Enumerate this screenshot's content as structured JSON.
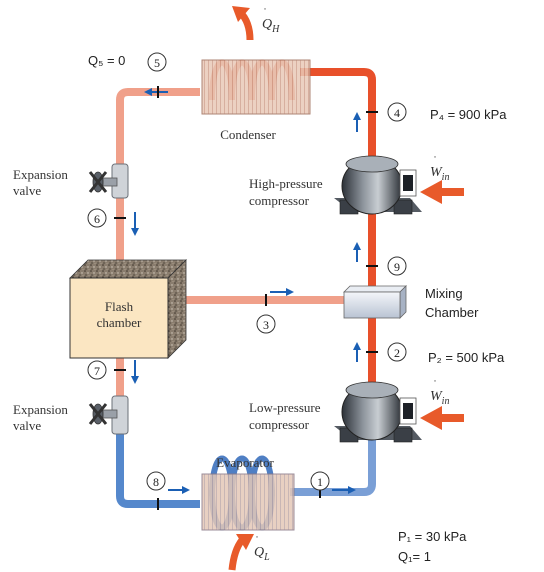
{
  "labels": {
    "condenser": "Condenser",
    "evaporator": "Evaporator",
    "flash_chamber_line1": "Flash",
    "flash_chamber_line2": "chamber",
    "exp_valve_top_line1": "Expansion",
    "exp_valve_top_line2": "valve",
    "exp_valve_bottom_line1": "Expansion",
    "exp_valve_bottom_line2": "valve",
    "hp_comp_line1": "High-pressure",
    "hp_comp_line2": "compressor",
    "lp_comp_line1": "Low-pressure",
    "lp_comp_line2": "compressor",
    "mixing_line1": "Mixing",
    "mixing_line2": "Chamber"
  },
  "heat_work": {
    "q_h": "Q",
    "q_h_sub": "H",
    "q_l": "Q",
    "q_l_sub": "L",
    "w_in_hp": "W",
    "w_in_hp_sub": "in",
    "w_in_lp": "W",
    "w_in_lp_sub": "in"
  },
  "annotations": {
    "q5": "Q₅ = 0",
    "p4": "P₄ = 900 kPa",
    "p2": "P₂ = 500 kPa",
    "p1": "P₁ = 30 kPa",
    "q1": "Q₁= 1"
  },
  "states": {
    "s1": "1",
    "s2": "2",
    "s3": "3",
    "s4": "4",
    "s5": "5",
    "s6": "6",
    "s7": "7",
    "s8": "8",
    "s9": "9"
  },
  "colors": {
    "hot_pipe": "#e8502a",
    "warm_pipe": "#f0a08a",
    "cold_pipe": "#5588cc",
    "arrow_blue": "#1a5fb4",
    "heat_arrow": "#e85a2a",
    "flash_fill": "#fbe6c2"
  }
}
